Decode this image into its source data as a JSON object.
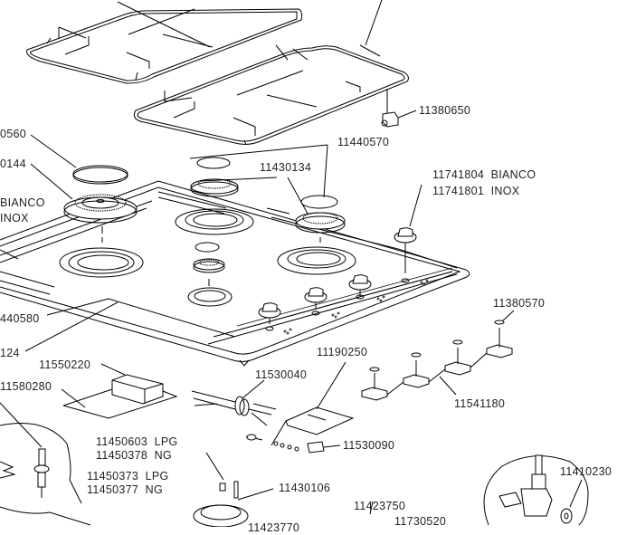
{
  "diagram": {
    "title": "Gas hob exploded parts diagram",
    "callouts": [
      {
        "id": "c1",
        "text": "0560",
        "part": "burner cap (large, partially cropped)"
      },
      {
        "id": "c2",
        "text": "0144",
        "part": "large burner (partially cropped)"
      },
      {
        "id": "c3",
        "text": "BIANCO",
        "part": "colour variant (partially cropped)"
      },
      {
        "id": "c4",
        "text": "INOX",
        "part": "colour variant (partially cropped)"
      },
      {
        "id": "c5",
        "text": "11380650",
        "part": "grid rubber foot"
      },
      {
        "id": "c6",
        "text": "11440570",
        "part": "burner caps"
      },
      {
        "id": "c7",
        "text": "11430134",
        "part": "burner heads"
      },
      {
        "id": "c8",
        "text": "11741804  BIANCO",
        "part": "knob white"
      },
      {
        "id": "c9",
        "text": "11741801  INOX",
        "part": "knob stainless"
      },
      {
        "id": "c10",
        "text": "440580",
        "part": "small burner cap (partially cropped)"
      },
      {
        "id": "c11",
        "text": "11380570",
        "part": "spring washer"
      },
      {
        "id": "c12",
        "text": "124",
        "part": "partially cropped part number"
      },
      {
        "id": "c13",
        "text": "11550220",
        "part": "ignition module"
      },
      {
        "id": "c14",
        "text": "11190250",
        "part": "bracket plate"
      },
      {
        "id": "c15",
        "text": "11530040",
        "part": "cable clamp"
      },
      {
        "id": "c16",
        "text": "11580280",
        "part": "insulation sheet"
      },
      {
        "id": "c17",
        "text": "11541180",
        "part": "ignition switch harness"
      },
      {
        "id": "c18",
        "text": "11530090",
        "part": "terminal block"
      },
      {
        "id": "c19",
        "text": "11450603  LPG",
        "part": "injector LPG"
      },
      {
        "id": "c20",
        "text": "11450378  NG",
        "part": "injector NG"
      },
      {
        "id": "c21",
        "text": "11450373  LPG",
        "part": "injector LPG"
      },
      {
        "id": "c22",
        "text": "11450377  NG",
        "part": "injector NG"
      },
      {
        "id": "c23",
        "text": "11430106",
        "part": "burner base"
      },
      {
        "id": "c24",
        "text": "11423750",
        "part": "gas valve"
      },
      {
        "id": "c25",
        "text": "11730520",
        "part": "gas pipe"
      },
      {
        "id": "c26",
        "text": "11410230",
        "part": "valve seal"
      },
      {
        "id": "c27",
        "text": "11423770",
        "part": "partially cropped part number"
      }
    ]
  }
}
